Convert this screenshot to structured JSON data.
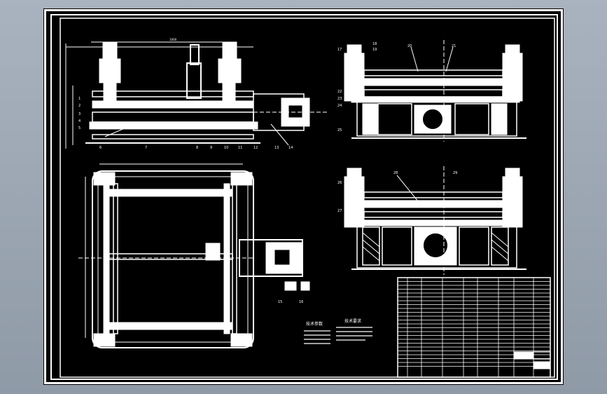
{
  "drawing": {
    "background": "#000000",
    "line_color": "#ffffff",
    "outer_bg": "#9aa4b1",
    "views": [
      "side-elevation",
      "top-plan",
      "end-view-upper",
      "end-view-lower",
      "technical-notes",
      "title-block"
    ],
    "notes_heading": "技术要求",
    "params_heading": "技术参数"
  }
}
